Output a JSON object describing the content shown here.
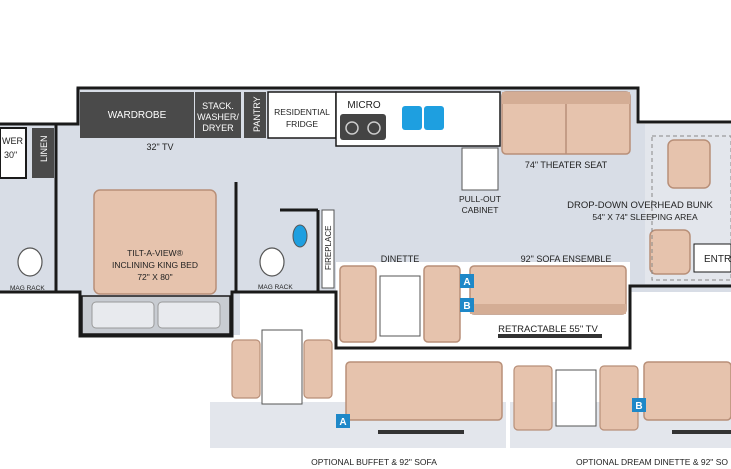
{
  "labels": {
    "wardrobe": "WARDROBE",
    "stack1": "STACK.",
    "stack2": "WASHER/",
    "stack3": "DRYER",
    "pantry": "PANTRY",
    "fridge1": "RESIDENTIAL",
    "fridge2": "FRIDGE",
    "micro": "MICRO",
    "theater": "74\" THEATER SEAT",
    "shower1": "WER",
    "shower2": "30\"",
    "linen": "LINEN",
    "tv32": "32\" TV",
    "bed1": "TILT-A-VIEW®",
    "bed2": "INCLINING KING BED",
    "bed3": "72\" X 80\"",
    "pullout1": "PULL-OUT",
    "pullout2": "CABINET",
    "bunk1": "DROP-DOWN OVERHEAD BUNK",
    "bunk2": "54\" X 74\" SLEEPING AREA",
    "fireplace": "FIREPLACE",
    "dinette": "DINETTE",
    "sofa_ensemble": "92\" SOFA ENSEMBLE",
    "entry": "ENTR",
    "magrack_left": "MAG RACK",
    "magrack_right": "MAG RACK",
    "retractable_tv": "RETRACTABLE 55\" TV",
    "marker_a": "A",
    "marker_b": "B",
    "opt_buffet": "OPTIONAL BUFFET & 92\" SOFA",
    "opt_dinette": "OPTIONAL DREAM DINETTE & 92\" SO"
  },
  "colors": {
    "floor": "#d8dde6",
    "wall": "#1a1a1a",
    "cabinet": "#4a4a4a",
    "tan": "#e6c3ad",
    "tan_dark": "#b88f78",
    "gray_fixture": "#c8ccd2",
    "marker": "#1e88c8",
    "sink": "#1e9fe0"
  }
}
